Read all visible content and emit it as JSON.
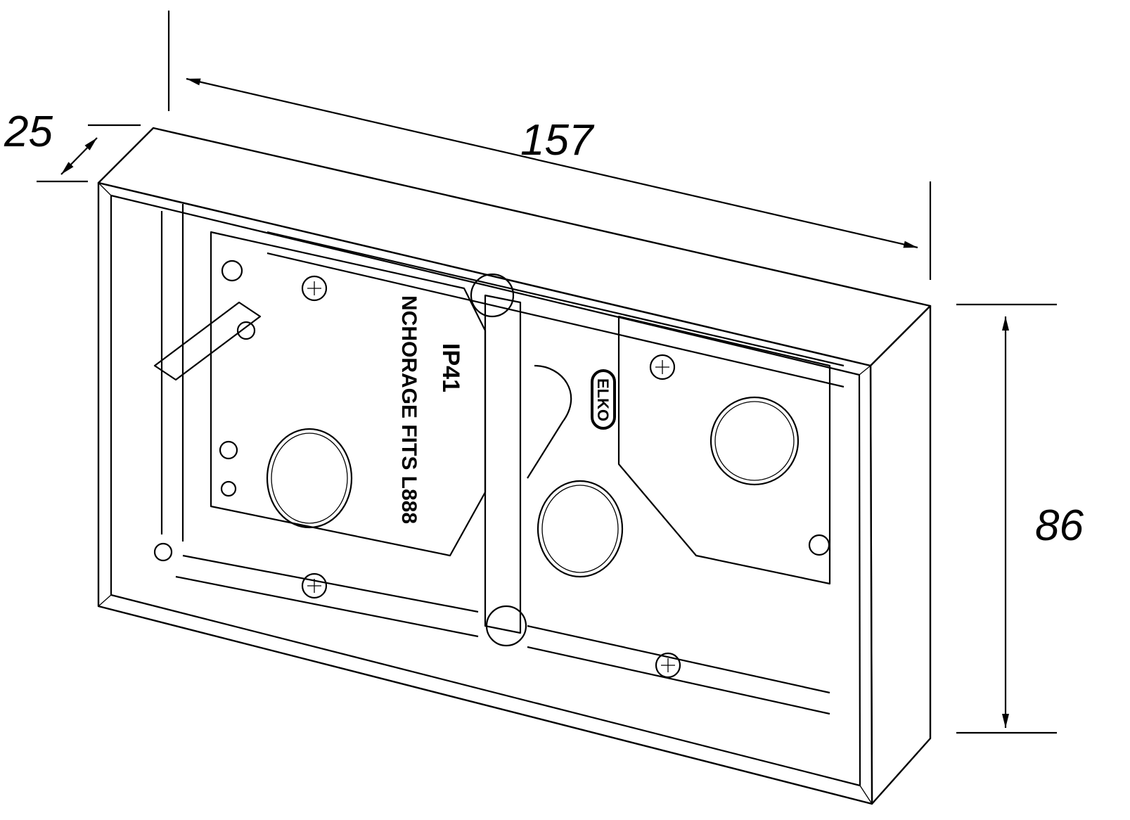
{
  "dimensions": {
    "width": "157",
    "depth": "25",
    "height": "86"
  },
  "markings": {
    "rating": "IP41",
    "anchorage": "NCHORAGE FITS L888",
    "brand": "ELKO"
  },
  "colors": {
    "line": "#000000",
    "background": "#ffffff"
  }
}
